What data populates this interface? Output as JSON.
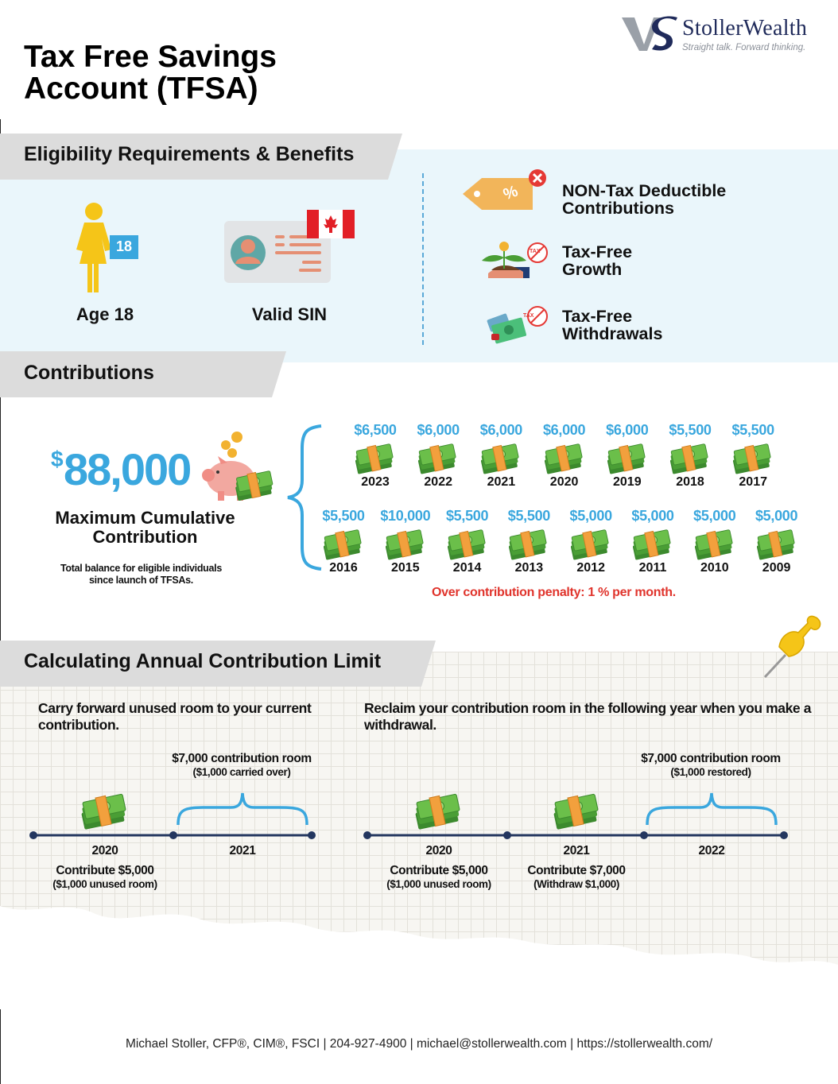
{
  "header": {
    "title_line1": "Tax Free Savings",
    "title_line2": "Account (TFSA)",
    "logo_name": "StollerWealth",
    "logo_tagline": "Straight talk. Forward thinking."
  },
  "eligibility": {
    "heading": "Eligibility Requirements & Benefits",
    "age_badge": "18",
    "requirements": [
      {
        "label": "Age 18",
        "icon": "person-icon"
      },
      {
        "label": "Valid SIN",
        "icon": "id-card-icon"
      }
    ],
    "benefits": [
      {
        "line1": "NON-Tax Deductible",
        "line2": "Contributions",
        "icon": "tag-icon"
      },
      {
        "line1": "Tax-Free",
        "line2": "Growth",
        "icon": "plant-icon"
      },
      {
        "line1": "Tax-Free",
        "line2": "Withdrawals",
        "icon": "atm-cash-icon"
      }
    ],
    "tax_badge": "TAX"
  },
  "contributions": {
    "heading": "Contributions",
    "dollar_sign": "$",
    "amount": "88,000",
    "label_line1": "Maximum Cumulative",
    "label_line2": "Contribution",
    "note_line1": "Total balance for eligible individuals",
    "note_line2": "since launch of TFSAs.",
    "row1": [
      {
        "amount": "$6,500",
        "year": "2023"
      },
      {
        "amount": "$6,000",
        "year": "2022"
      },
      {
        "amount": "$6,000",
        "year": "2021"
      },
      {
        "amount": "$6,000",
        "year": "2020"
      },
      {
        "amount": "$6,000",
        "year": "2019"
      },
      {
        "amount": "$5,500",
        "year": "2018"
      },
      {
        "amount": "$5,500",
        "year": "2017"
      }
    ],
    "row2": [
      {
        "amount": "$5,500",
        "year": "2016"
      },
      {
        "amount": "$10,000",
        "year": "2015"
      },
      {
        "amount": "$5,500",
        "year": "2014"
      },
      {
        "amount": "$5,500",
        "year": "2013"
      },
      {
        "amount": "$5,000",
        "year": "2012"
      },
      {
        "amount": "$5,000",
        "year": "2011"
      },
      {
        "amount": "$5,000",
        "year": "2010"
      },
      {
        "amount": "$5,000",
        "year": "2009"
      }
    ],
    "penalty": "Over contribution penalty: 1 % per month."
  },
  "calculating": {
    "heading": "Calculating Annual Contribution Limit",
    "left": {
      "intro_line1": "Carry forward unused room to your current",
      "intro_line2": "contribution.",
      "room_label": "$7,000 contribution room",
      "room_sub": "($1,000 carried over)",
      "year1": "2020",
      "year2": "2021",
      "action": "Contribute $5,000",
      "action_sub": "($1,000 unused room)"
    },
    "right": {
      "intro_line1": "Reclaim your contribution room in the following year when you make a",
      "intro_line2": "withdrawal.",
      "room_label": "$7,000 contribution room",
      "room_sub": "($1,000 restored)",
      "year1": "2020",
      "year2": "2021",
      "year3": "2022",
      "action1": "Contribute $5,000",
      "action1_sub": "($1,000 unused room)",
      "action2": "Contribute $7,000",
      "action2_sub": "(Withdraw $1,000)"
    }
  },
  "footer": {
    "contact": "Michael Stoller, CFP®, CIM®, FSCI | 204-927-4900 | michael@stollerwealth.com | https://stollerwealth.com/"
  },
  "colors": {
    "accent_blue": "#3aa7de",
    "penalty_red": "#e0342c",
    "banner_grey": "#dcdcdc",
    "panel_blue": "#eaf6fb",
    "timeline_navy": "#23365f"
  }
}
